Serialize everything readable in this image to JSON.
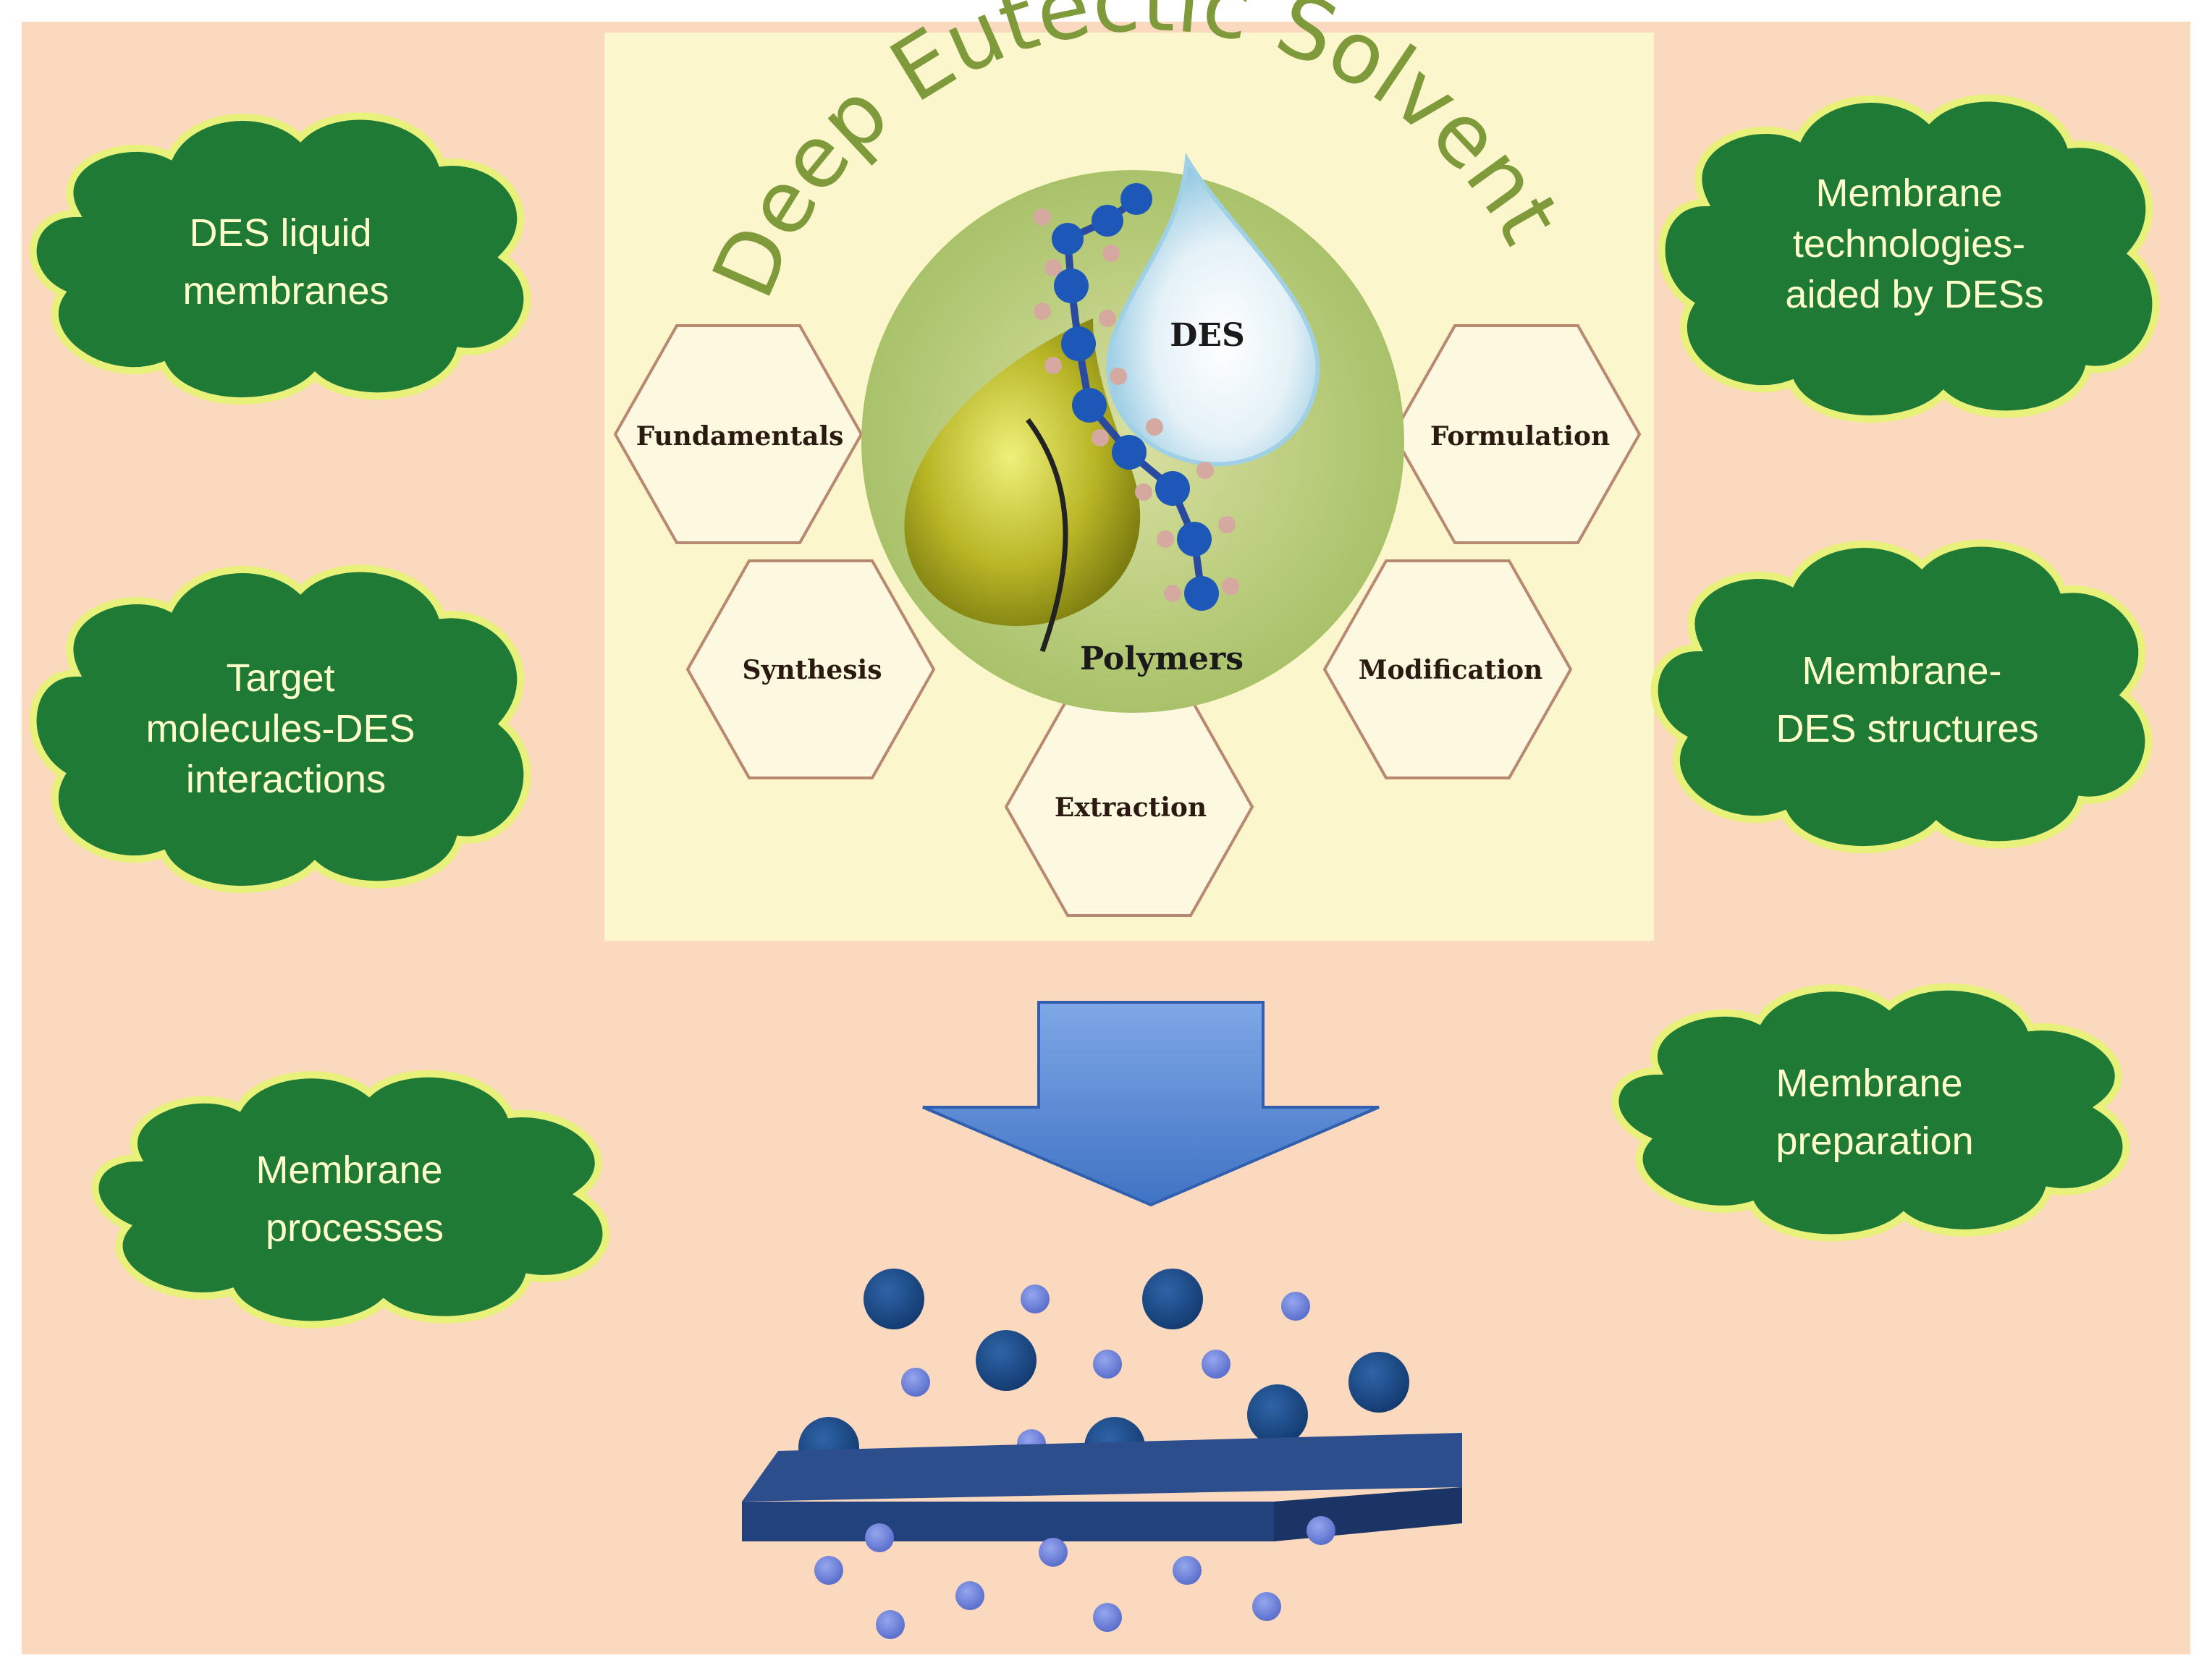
{
  "title": "Deep Eutectic Solvents",
  "center": {
    "des_label": "DES",
    "polymers_label": "Polymers"
  },
  "hexagons": {
    "fundamentals": "Fundamentals",
    "formulation": "Formulation",
    "synthesis": "Synthesis",
    "modification": "Modification",
    "extraction": "Extraction"
  },
  "clouds": {
    "des_liquid_membranes": [
      "DES liquid",
      "membranes"
    ],
    "target_molecules": [
      "Target",
      "molecules-DES",
      "interactions"
    ],
    "membrane_processes": [
      "Membrane",
      "processes"
    ],
    "membrane_technologies": [
      "Membrane",
      "technologies-",
      "aided by DESs"
    ],
    "membrane_des_structures": [
      "Membrane-",
      "DES structures"
    ],
    "membrane_preparation": [
      "Membrane",
      "preparation"
    ]
  },
  "colors": {
    "background": "#fbd9bf",
    "center_panel": "#fbf6cb",
    "cloud_fill": "#1f7a36",
    "cloud_outline": "#e8f27a",
    "cloud_text": "#ffffcc",
    "title_color": "#7f9a3a",
    "hex_outline": "#b98870",
    "arrow_fill": "#5b8fd6",
    "membrane_fill": "#22427d",
    "particle_dark": "#1e4c8a",
    "particle_light": "#6f85d6"
  }
}
